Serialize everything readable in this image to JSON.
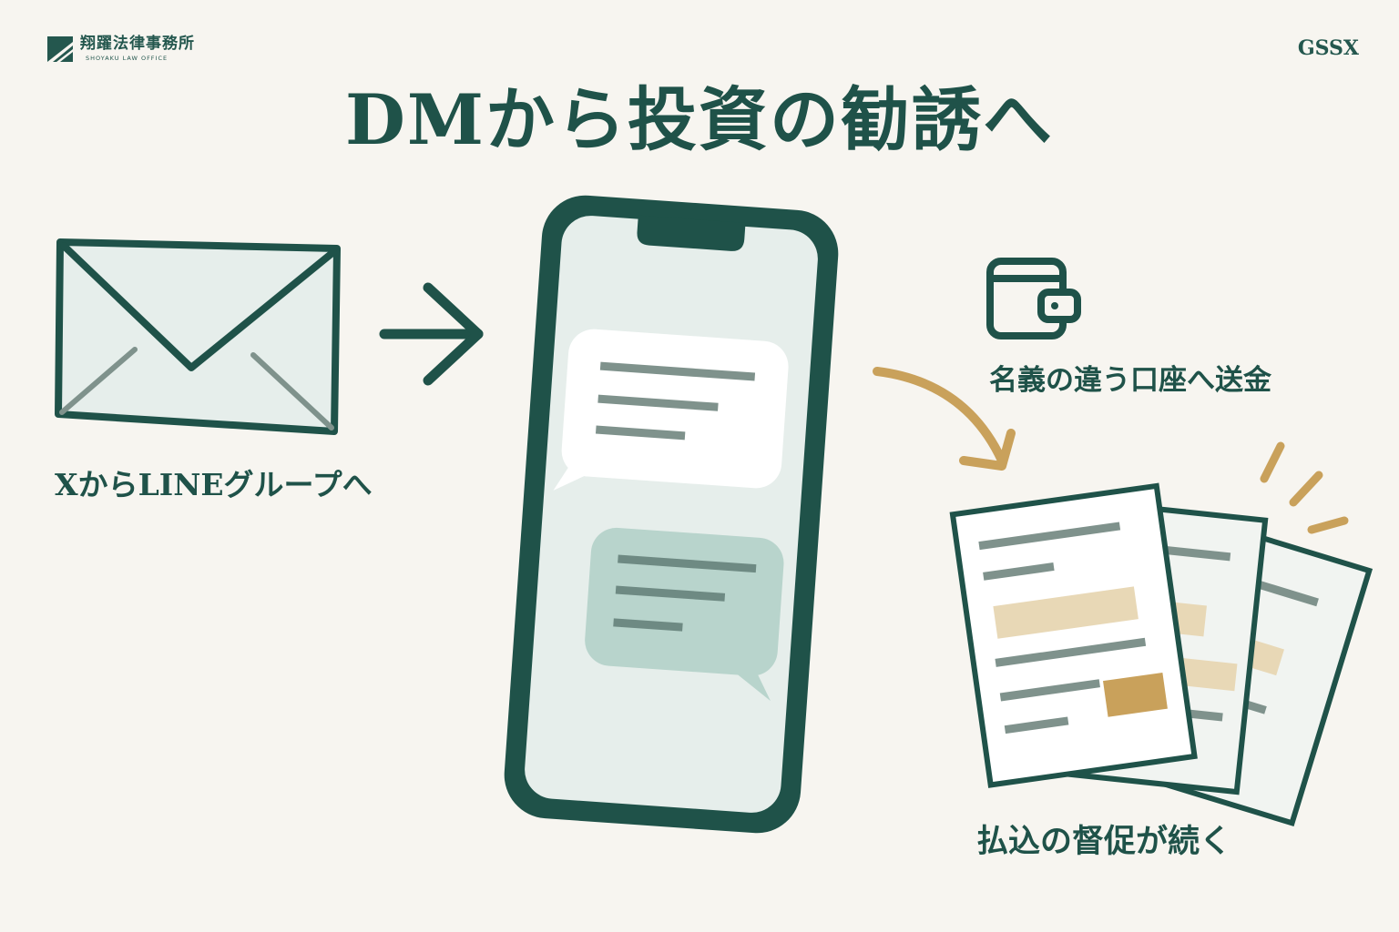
{
  "header": {
    "logo_name": "翔躍法律事務所",
    "logo_sub": "SHOYAKU LAW OFFICE",
    "brand": "GSSX"
  },
  "title": "DMから投資の勧誘へ",
  "steps": {
    "dm_to_line": "XからLINEグループへ",
    "transfer": "名義の違う口座へ送金",
    "payment_demand": "払込の督促が続く"
  },
  "colors": {
    "primary": "#1f5249",
    "accent_gold": "#c9a15b",
    "background": "#f7f5f0",
    "screen": "#e6eeeb",
    "bubble_green": "#b8d4cc"
  },
  "icons": [
    "envelope-icon",
    "arrow-right-icon",
    "smartphone-icon",
    "wallet-icon",
    "curved-arrow-icon",
    "documents-icon"
  ]
}
